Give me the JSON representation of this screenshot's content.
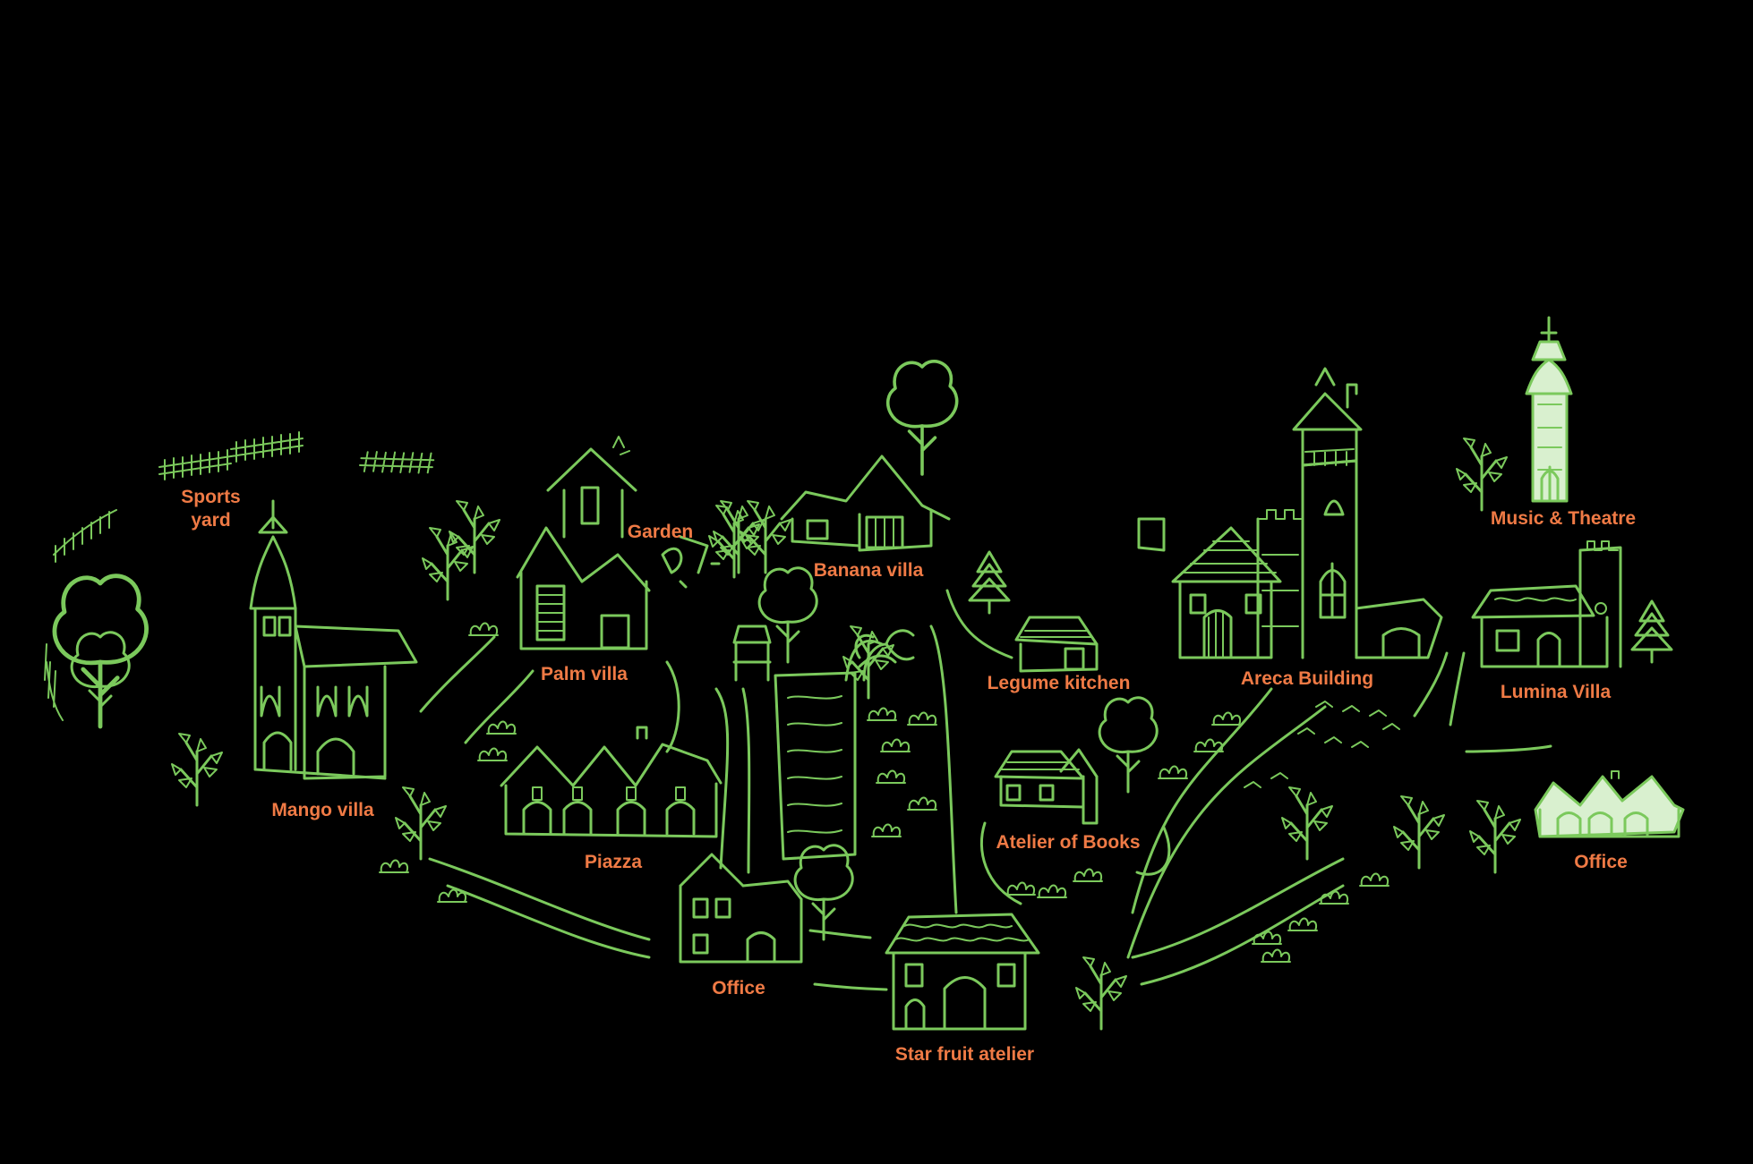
{
  "colors": {
    "background": "#000000",
    "drawing": "#7bc95c",
    "drawing_pale": "#d9f0cf",
    "label": "#ef7a45"
  },
  "labels": {
    "sports_yard_line1": "Sports",
    "sports_yard_line2": "yard",
    "garden": "Garden",
    "banana_villa": "Banana villa",
    "palm_villa": "Palm villa",
    "legume_kitchen": "Legume kitchen",
    "areca_building": "Areca Building",
    "music_theatre": "Music & Theatre",
    "lumina_villa": "Lumina Villa",
    "mango_villa": "Mango villa",
    "piazza": "Piazza",
    "atelier_of_books": "Atelier of Books",
    "office_center": "Office",
    "office_right": "Office",
    "star_fruit_atelier": "Star fruit atelier"
  },
  "icons": [
    "tree-icon",
    "house-icon",
    "tower-icon",
    "fence-icon",
    "shrub-icon",
    "path-icon"
  ]
}
